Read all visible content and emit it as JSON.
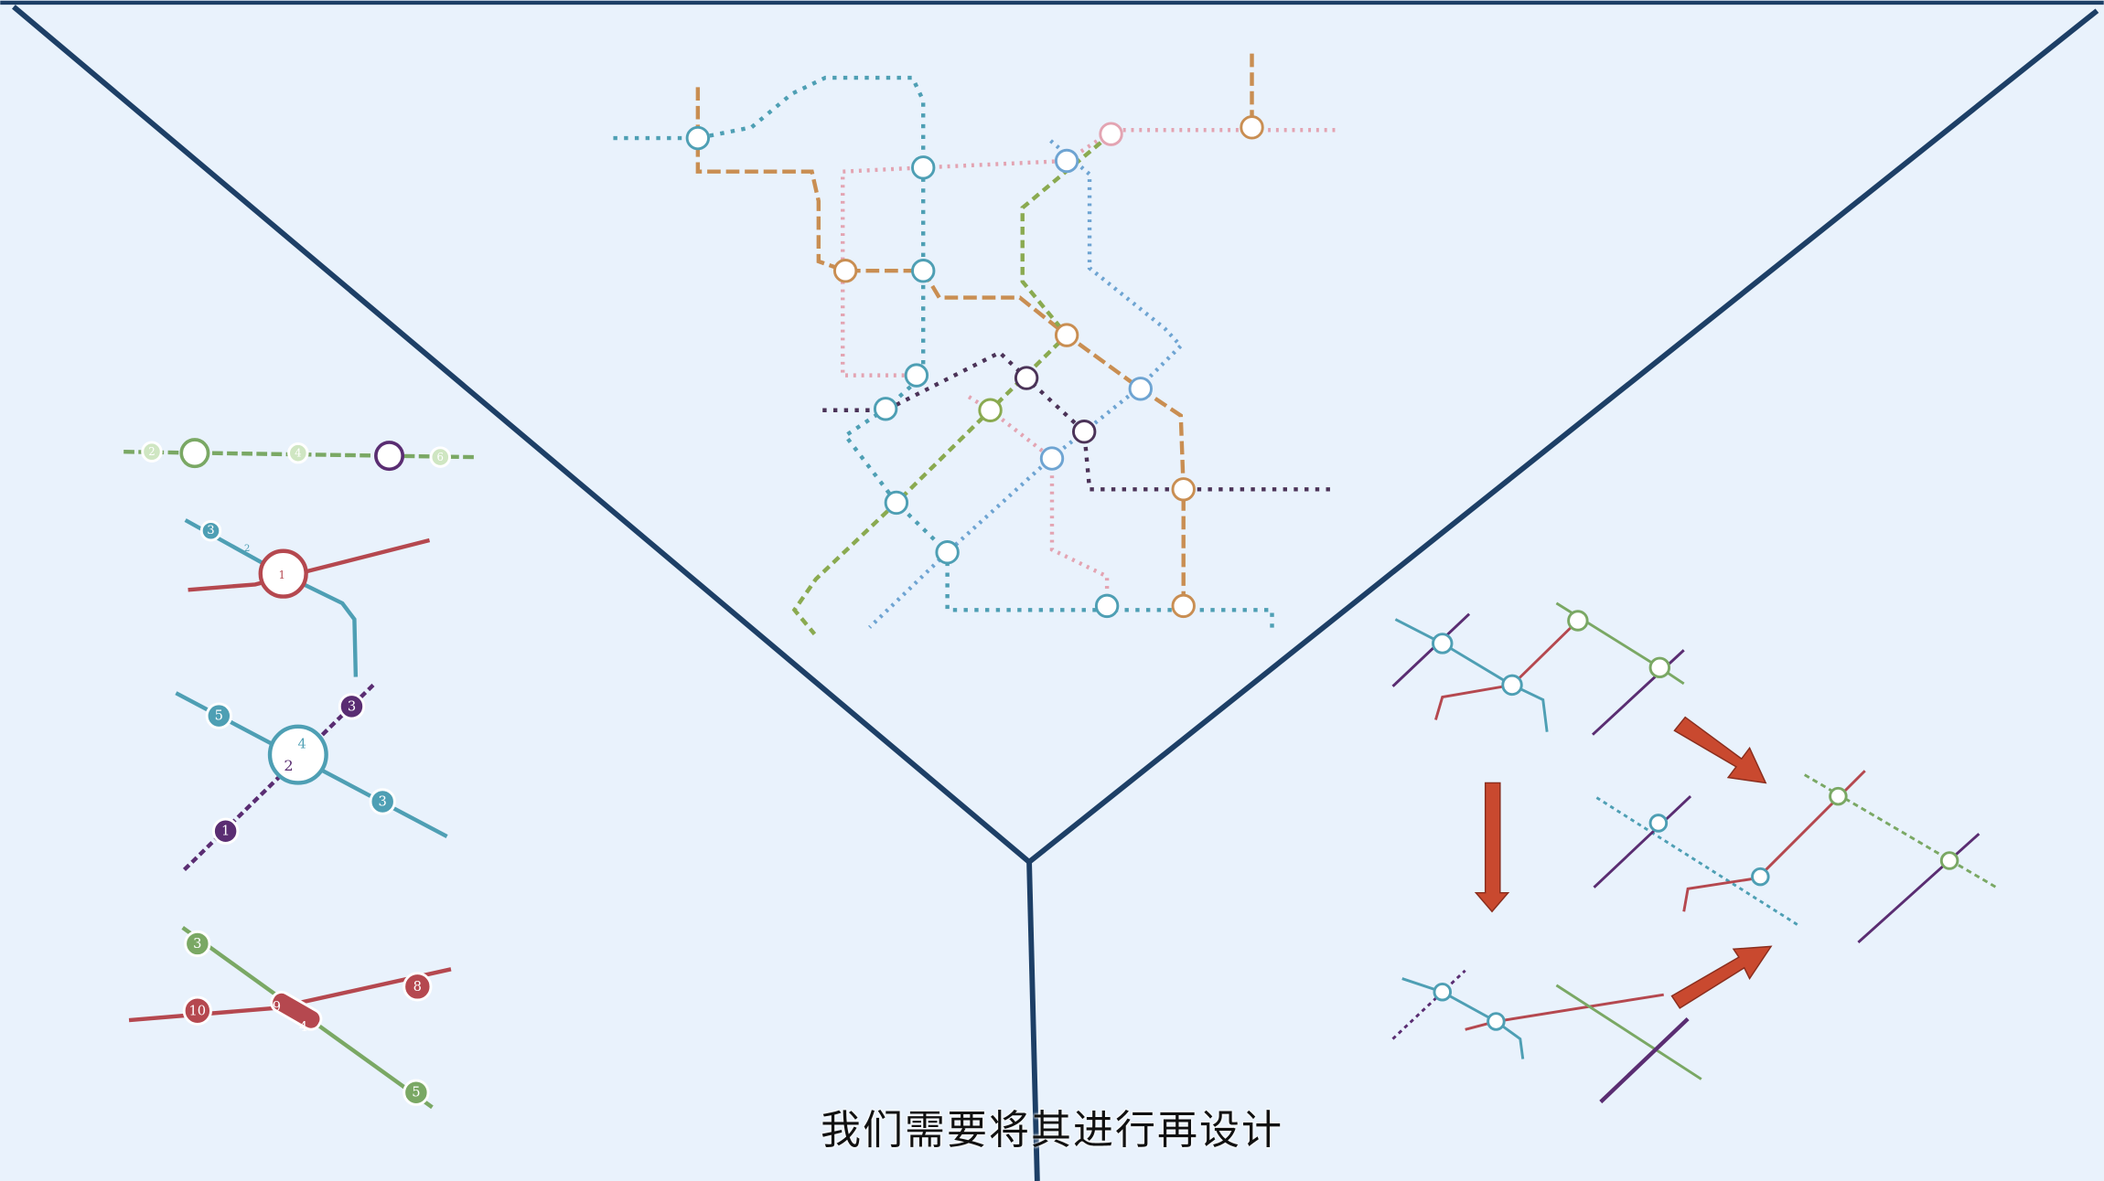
{
  "subtitle": "我们需要将其进行再设计",
  "colors": {
    "background": "#e9f2fc",
    "divider": "#1d3f66",
    "teal": "#4e9fb4",
    "red": "#b5484f",
    "green": "#7aa864",
    "purple": "#5a2d72",
    "orange": "#c98e52",
    "pink": "#e3a4b2",
    "blue": "#6ea4d2",
    "arrow": "#c9492f"
  },
  "left_examples": {
    "line_stations": [
      "2",
      "4",
      "6"
    ],
    "junction_a": {
      "stations": [
        "3",
        "2",
        "1"
      ]
    },
    "junction_b": {
      "stations": [
        "5",
        "3",
        "3",
        "1"
      ],
      "hub": [
        "4",
        "2"
      ]
    },
    "junction_c": {
      "stations": [
        "3",
        "10",
        "9",
        "4",
        "8",
        "5"
      ]
    }
  }
}
